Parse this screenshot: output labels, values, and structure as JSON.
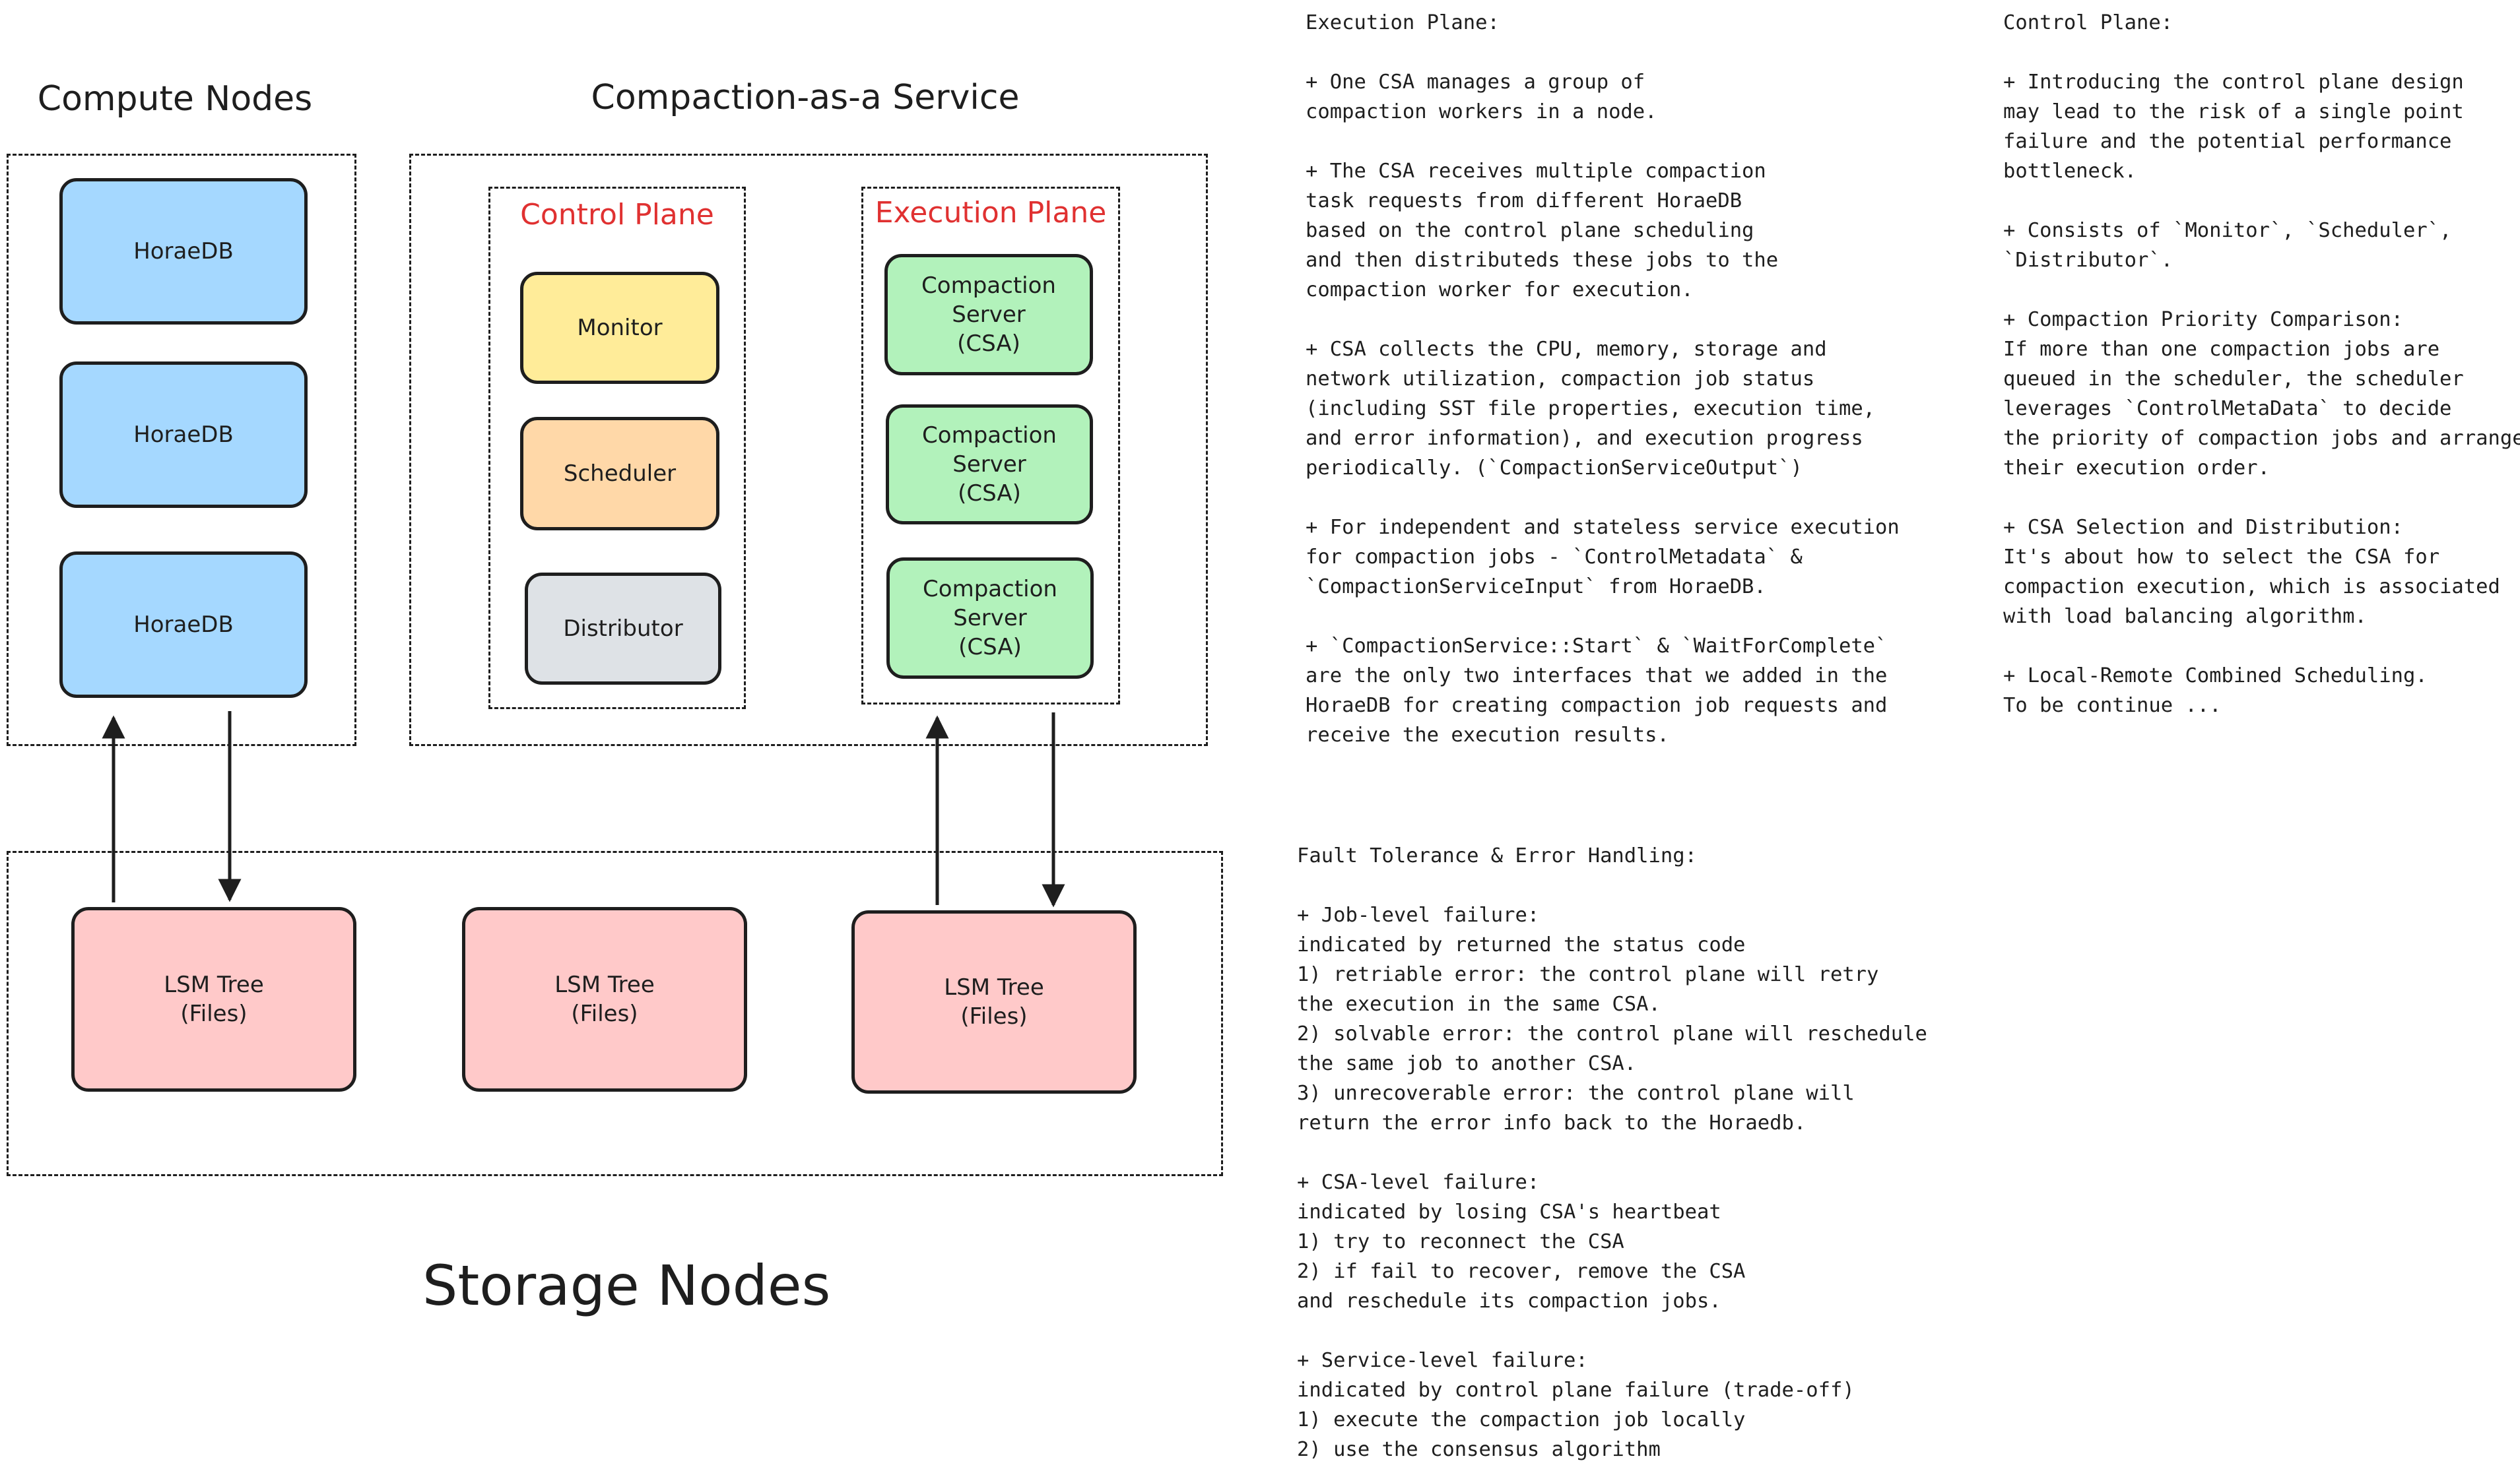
{
  "diagram": {
    "compute_title": "Compute Nodes",
    "caas_title": "Compaction-as-a Service",
    "control_plane_title": "Control Plane",
    "execution_plane_title": "Execution Plane",
    "storage_title": "Storage Nodes",
    "compute_nodes": [
      "HoraeDB",
      "HoraeDB",
      "HoraeDB"
    ],
    "control_components": [
      "Monitor",
      "Scheduler",
      "Distributor"
    ],
    "execution_servers": [
      "Compaction\nServer\n(CSA)",
      "Compaction\nServer\n(CSA)",
      "Compaction\nServer\n(CSA)"
    ],
    "storage_nodes": [
      "LSM Tree\n(Files)",
      "LSM Tree\n(Files)",
      "LSM Tree\n(Files)"
    ],
    "colors": {
      "compute": "#a5d8ff",
      "monitor": "#ffec99",
      "scheduler": "#ffd8a8",
      "distributor": "#dee2e6",
      "execution": "#b2f2bb",
      "storage": "#ffc9c9",
      "plane_title": "#e03131"
    }
  },
  "notes": {
    "execution_plane": "Execution Plane:\n\n+ One CSA manages a group of\ncompaction workers in a node.\n\n+ The CSA receives multiple compaction\ntask requests from different HoraeDB\nbased on the control plane scheduling\nand then distributeds these jobs to the\ncompaction worker for execution.\n\n+ CSA collects the CPU, memory, storage and\nnetwork utilization, compaction job status\n(including SST file properties, execution time,\nand error information), and execution progress\nperiodically. (`CompactionServiceOutput`)\n\n+ For independent and stateless service execution\nfor compaction jobs - `ControlMetadata` &\n`CompactionServiceInput` from HoraeDB.\n\n+ `CompactionService::Start` & `WaitForComplete`\nare the only two interfaces that we added in the\nHoraeDB for creating compaction job requests and\nreceive the execution results.",
    "control_plane": "Control Plane:\n\n+ Introducing the control plane design\nmay lead to the risk of a single point\nfailure and the potential performance\nbottleneck.\n\n+ Consists of `Monitor`, `Scheduler`,\n`Distributor`.\n\n+ Compaction Priority Comparison:\nIf more than one compaction jobs are\nqueued in the scheduler, the scheduler\nleverages `ControlMetaData` to decide\nthe priority of compaction jobs and arrange\ntheir execution order.\n\n+ CSA Selection and Distribution:\nIt's about how to select the CSA for\ncompaction execution, which is associated\nwith load balancing algorithm.\n\n+ Local-Remote Combined Scheduling.\nTo be continue ...",
    "fault_tolerance": "Fault Tolerance & Error Handling:\n\n+ Job-level failure:\nindicated by returned the status code\n1) retriable error: the control plane will retry\nthe execution in the same CSA.\n2) solvable error: the control plane will reschedule\nthe same job to another CSA.\n3) unrecoverable error: the control plane will\nreturn the error info back to the Horaedb.\n\n+ CSA-level failure:\nindicated by losing CSA's heartbeat\n1) try to reconnect the CSA\n2) if fail to recover, remove the CSA\nand reschedule its compaction jobs.\n\n+ Service-level failure:\nindicated by control plane failure (trade-off)\n1) execute the compaction job locally\n2) use the consensus algorithm"
  }
}
